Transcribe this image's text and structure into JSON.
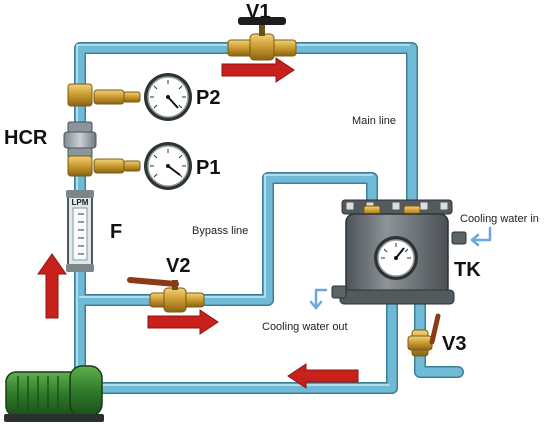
{
  "labels": {
    "v1": "V1",
    "v2": "V2",
    "v3": "V3",
    "p1": "P1",
    "p2": "P2",
    "hcr": "HCR",
    "f": "F",
    "tk": "TK",
    "lpm": "LPM",
    "main_line": "Main line",
    "bypass_line": "Bypass line",
    "cooling_in": "Cooling water in",
    "cooling_out": "Cooling water out"
  },
  "colors": {
    "pipe": "#5aa5c1",
    "pipe_dark": "#3d7f99",
    "flow_arrow": "#c8211b",
    "brass": "#c99a2e",
    "tank": "#6f767b",
    "pump": "#2f7a2a",
    "cooling_arrow": "#6aa8e0"
  }
}
